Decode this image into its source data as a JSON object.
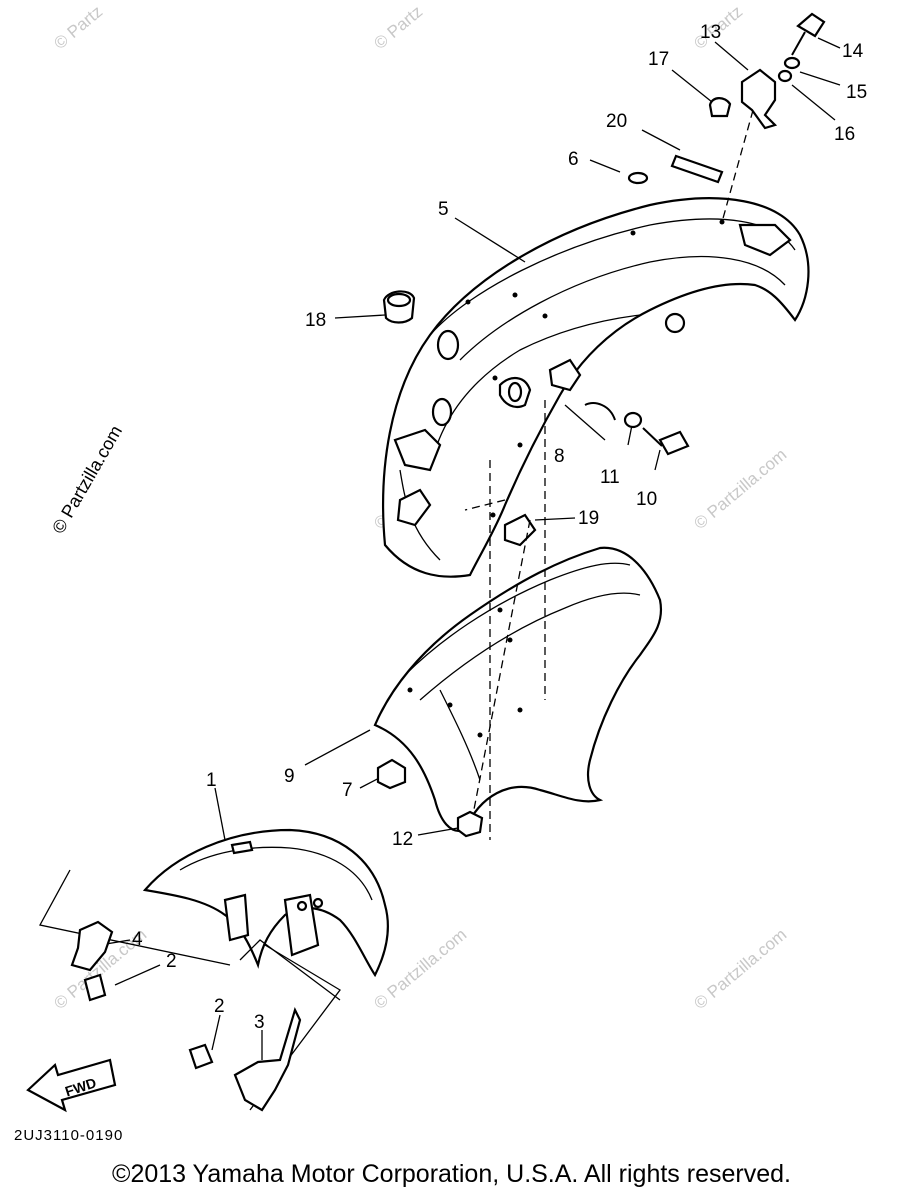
{
  "diagram": {
    "callouts": [
      "1",
      "2",
      "2",
      "3",
      "4",
      "5",
      "6",
      "7",
      "8",
      "9",
      "10",
      "11",
      "12",
      "13",
      "14",
      "15",
      "16",
      "17",
      "18",
      "19",
      "20"
    ],
    "fwd_label": "FWD",
    "code": "2UJ3110-0190"
  },
  "watermark": {
    "text": "© Partzilla.com",
    "text_short": "© Partz"
  },
  "footer": {
    "copyright": "©2013 Yamaha Motor Corporation, U.S.A. All rights reserved."
  }
}
